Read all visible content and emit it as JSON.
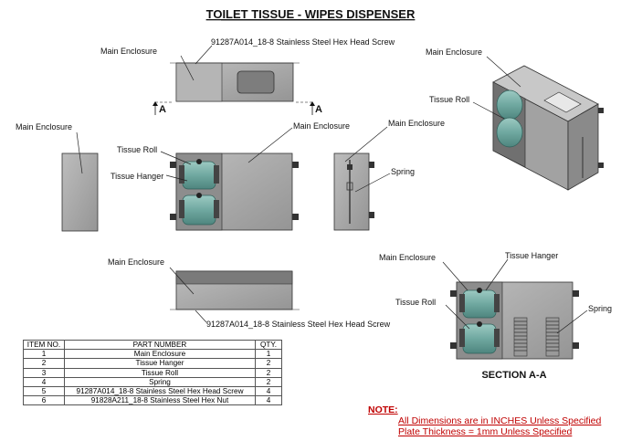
{
  "title": "TOILET TISSUE - WIPES DISPENSER",
  "labels": {
    "top_main_enclosure": "Main Enclosure",
    "top_screw": "91287A014_18-8 Stainless Steel Hex Head Screw",
    "section_arrow_left": "A",
    "section_arrow_right": "A",
    "left_main_enclosure": "Main Enclosure",
    "front_main_enclosure": "Main Enclosure",
    "front_tissue_roll": "Tissue Roll",
    "front_tissue_hanger": "Tissue Hanger",
    "side_main_enclosure": "Main Enclosure",
    "side_spring": "Spring",
    "iso_main_enclosure": "Main Enclosure",
    "iso_tissue_roll": "Tissue Roll",
    "bottom_main_enclosure": "Main Enclosure",
    "bottom_screw": "91287A014_18-8 Stainless Steel Hex Head Screw",
    "sec_main_enclosure": "Main Enclosure",
    "sec_tissue_hanger": "Tissue Hanger",
    "sec_tissue_roll": "Tissue Roll",
    "sec_spring": "Spring",
    "section_title": "SECTION A-A"
  },
  "bom": {
    "headers": [
      "ITEM NO.",
      "PART NUMBER",
      "QTY."
    ],
    "rows": [
      [
        "1",
        "Main Enclosure",
        "1"
      ],
      [
        "2",
        "Tissue Hanger",
        "2"
      ],
      [
        "3",
        "Tissue Roll",
        "2"
      ],
      [
        "4",
        "Spring",
        "2"
      ],
      [
        "5",
        "91287A014_18-8 Stainless Steel Hex Head Screw",
        "4"
      ],
      [
        "6",
        "91828A211_18-8 Stainless Steel Hex Nut",
        "4"
      ]
    ]
  },
  "note": {
    "title": "NOTE:",
    "lines": [
      "All Dimensions are in INCHES Unless Specified",
      "Plate Thickness = 1mm Unless Specified"
    ]
  },
  "colors": {
    "enclosure": "#a9a9a9",
    "enclosure_dark": "#8c8c8c",
    "roll": "#6fa8a0",
    "note": "#c00000"
  }
}
